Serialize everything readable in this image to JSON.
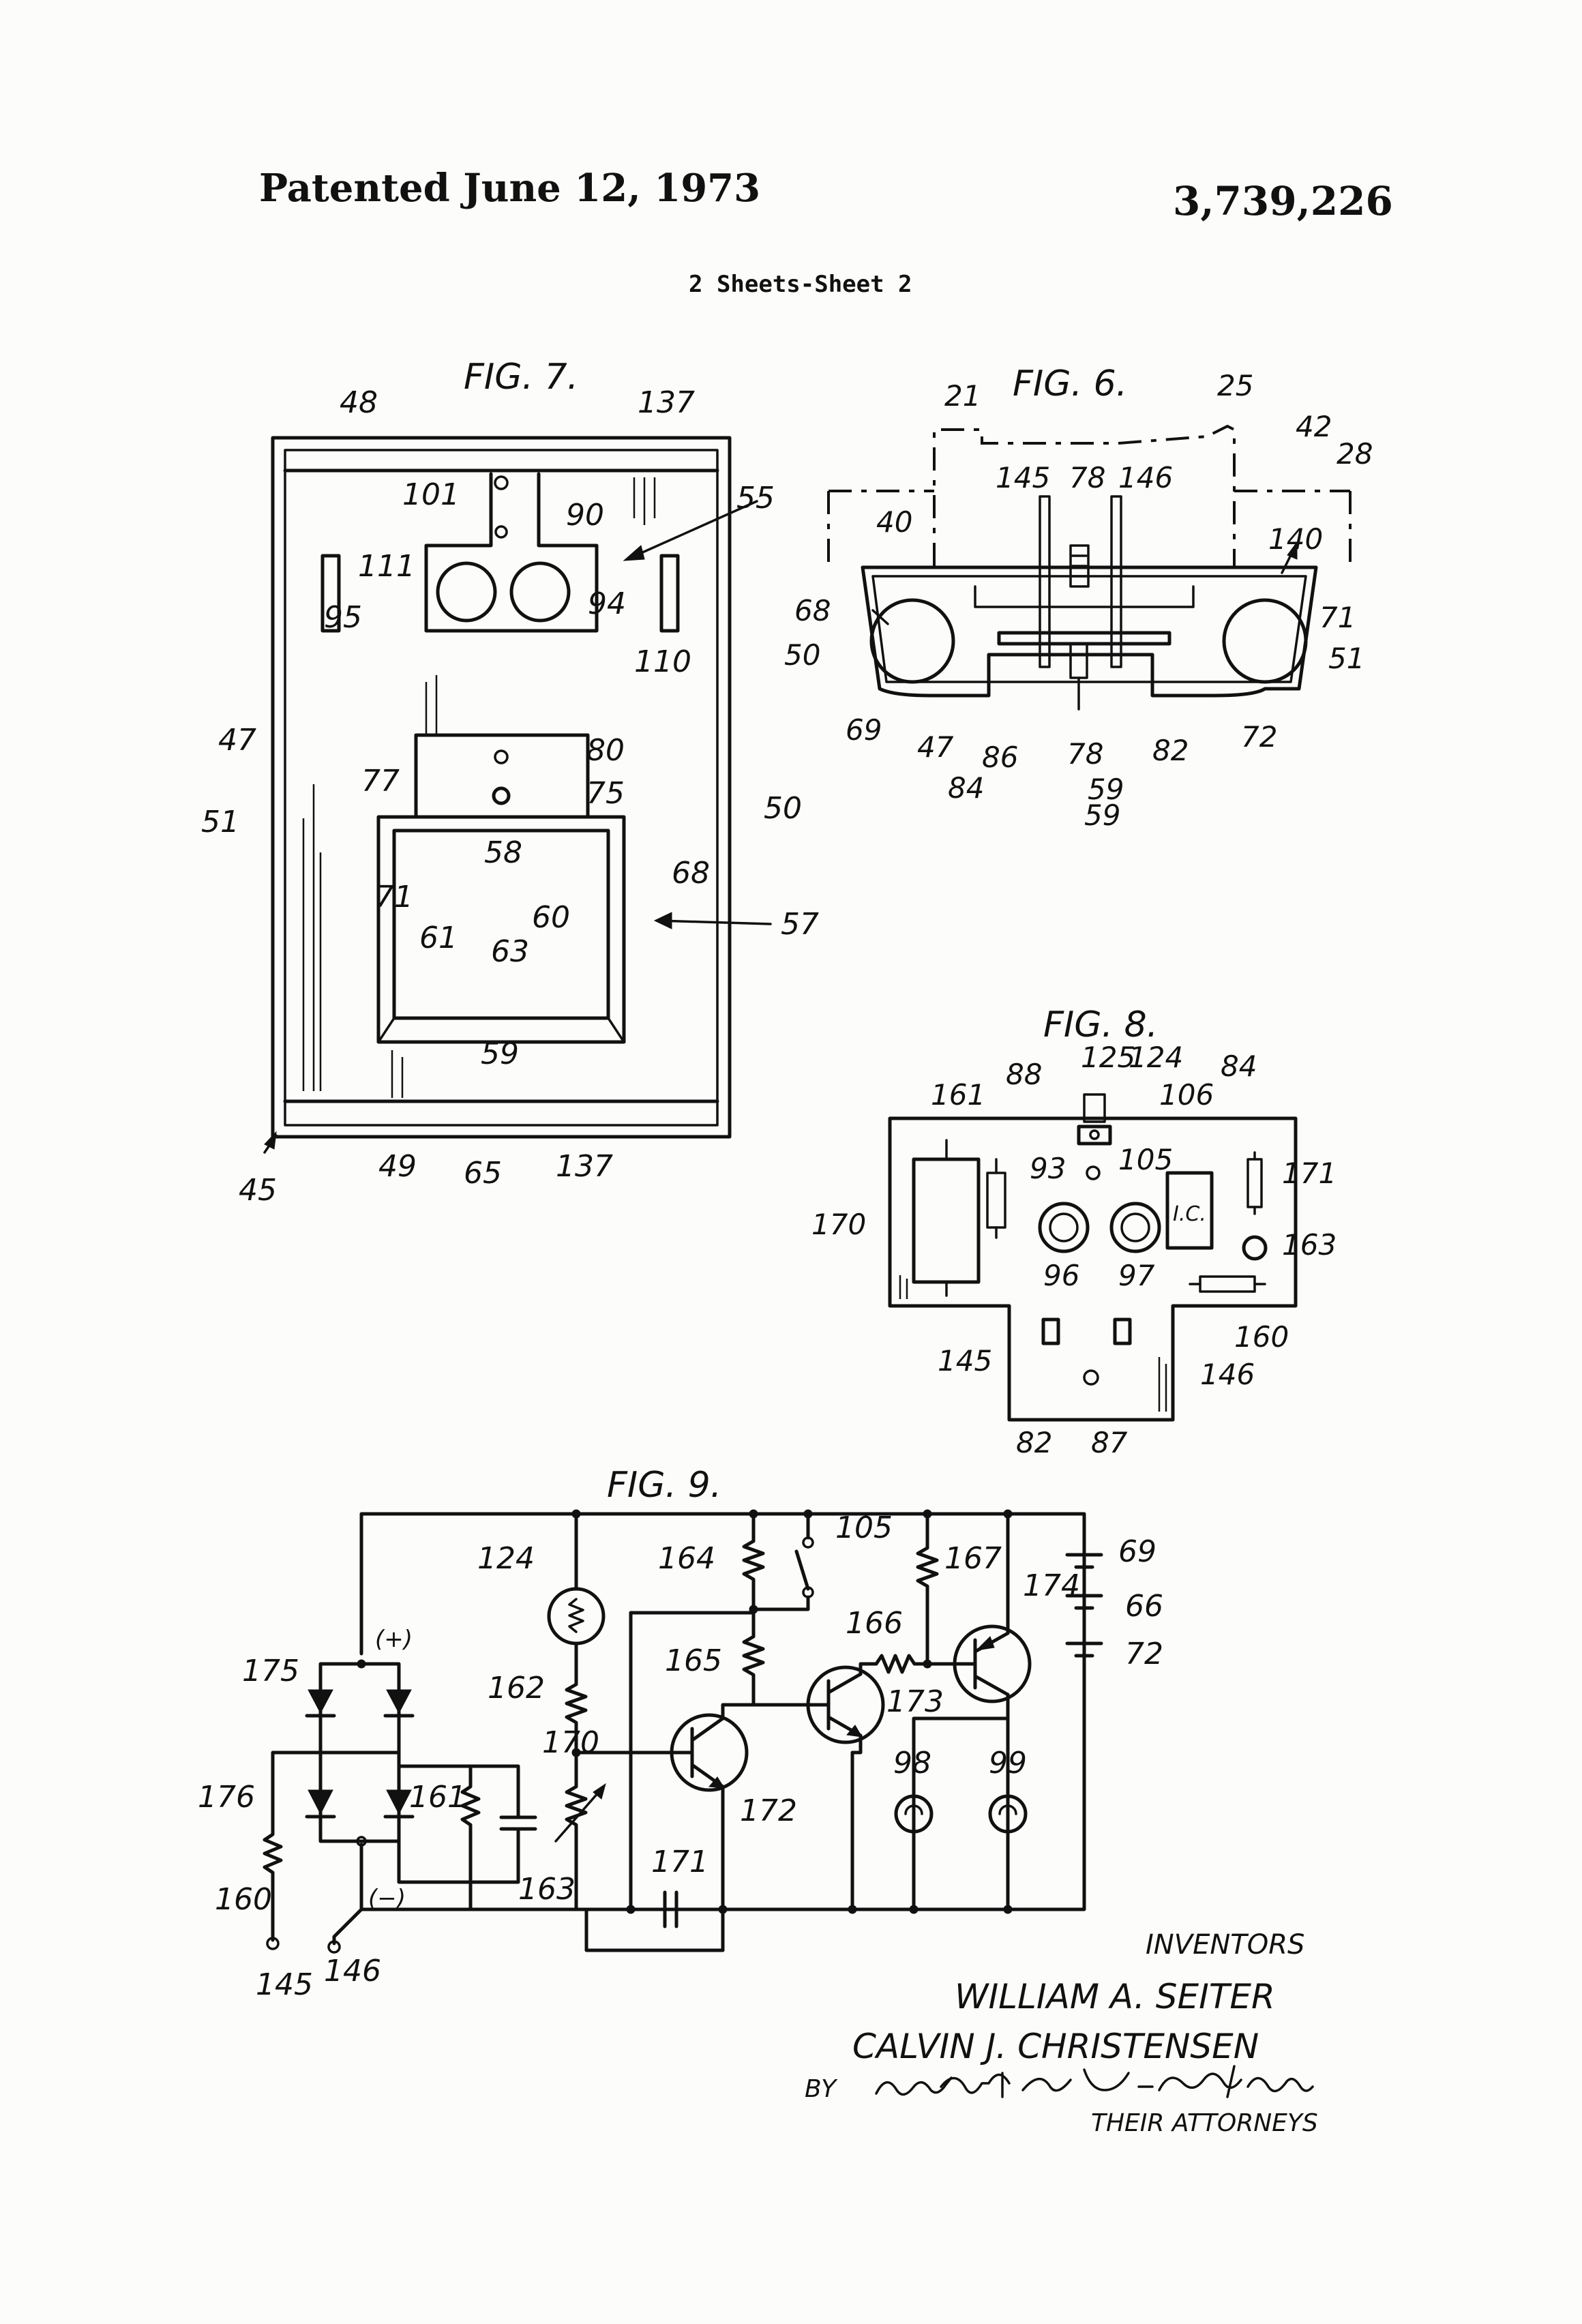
{
  "header": {
    "patented": "Patented June 12, 1973",
    "number": "3,739,226",
    "sheet": "2 Sheets-Sheet 2"
  },
  "figures": {
    "fig7": "FIG. 7.",
    "fig6": "FIG. 6.",
    "fig8": "FIG. 8.",
    "fig9": "FIG. 9."
  },
  "fig7_labels": [
    "48",
    "137",
    "101",
    "90",
    "55",
    "111",
    "95",
    "94",
    "110",
    "47",
    "80",
    "77",
    "75",
    "50",
    "51",
    "58",
    "68",
    "71",
    "60",
    "61",
    "63",
    "57",
    "59",
    "45",
    "49",
    "65",
    "137"
  ],
  "fig6_labels": [
    "21",
    "25",
    "42",
    "28",
    "145",
    "78",
    "146",
    "40",
    "140",
    "71",
    "68",
    "50",
    "51",
    "69",
    "47",
    "86",
    "78",
    "82",
    "72",
    "84",
    "59",
    "59"
  ],
  "fig8_labels": [
    "125",
    "124",
    "84",
    "88",
    "161",
    "106",
    "105",
    "93",
    "171",
    "170",
    "163",
    "96",
    "97",
    "160",
    "145",
    "146",
    "82",
    "87"
  ],
  "fig8_ic": "I.C.",
  "fig9_labels": [
    "124",
    "164",
    "105",
    "167",
    "69",
    "174",
    "66",
    "166",
    "72",
    "165",
    "175",
    "162",
    "173",
    "170",
    "98",
    "99",
    "176",
    "161",
    "172",
    "171",
    "163",
    "160",
    "145",
    "146"
  ],
  "fig9_polarity": {
    "plus": "(+)",
    "minus": "(−)"
  },
  "inventors": {
    "heading": "INVENTORS",
    "names": [
      "WILLIAM A. SEITER",
      "CALVIN J. CHRISTENSEN"
    ],
    "by": "BY",
    "signature": "Rogers, Ezell, Eilers & Robbins",
    "attorneys": "THEIR ATTORNEYS"
  }
}
